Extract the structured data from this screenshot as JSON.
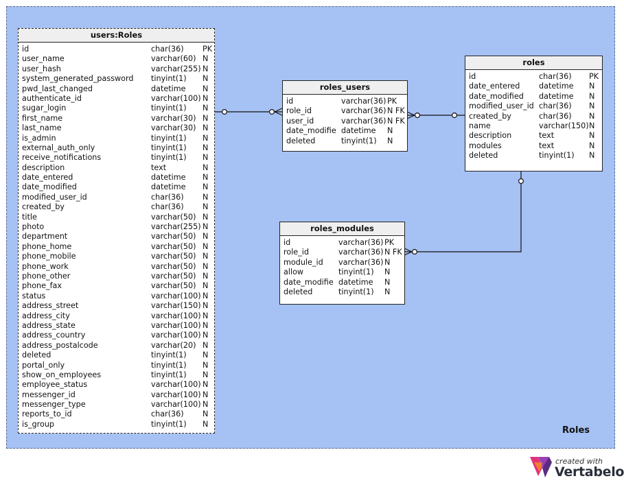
{
  "area": {
    "label": "Roles"
  },
  "branding": {
    "line1": "created with",
    "line2": "Vertabelo"
  },
  "tables": {
    "users": {
      "title": "users:Roles",
      "rows": [
        [
          "id",
          "char(36)",
          "PK"
        ],
        [
          "user_name",
          "varchar(60)",
          "N"
        ],
        [
          "user_hash",
          "varchar(255)",
          "N"
        ],
        [
          "system_generated_password",
          "tinyint(1)",
          "N"
        ],
        [
          "pwd_last_changed",
          "datetime",
          "N"
        ],
        [
          "authenticate_id",
          "varchar(100)",
          "N"
        ],
        [
          "sugar_login",
          "tinyint(1)",
          "N"
        ],
        [
          "first_name",
          "varchar(30)",
          "N"
        ],
        [
          "last_name",
          "varchar(30)",
          "N"
        ],
        [
          "is_admin",
          "tinyint(1)",
          "N"
        ],
        [
          "external_auth_only",
          "tinyint(1)",
          "N"
        ],
        [
          "receive_notifications",
          "tinyint(1)",
          "N"
        ],
        [
          "description",
          "text",
          "N"
        ],
        [
          "date_entered",
          "datetime",
          "N"
        ],
        [
          "date_modified",
          "datetime",
          "N"
        ],
        [
          "modified_user_id",
          "char(36)",
          "N"
        ],
        [
          "created_by",
          "char(36)",
          "N"
        ],
        [
          "title",
          "varchar(50)",
          "N"
        ],
        [
          "photo",
          "varchar(255)",
          "N"
        ],
        [
          "department",
          "varchar(50)",
          "N"
        ],
        [
          "phone_home",
          "varchar(50)",
          "N"
        ],
        [
          "phone_mobile",
          "varchar(50)",
          "N"
        ],
        [
          "phone_work",
          "varchar(50)",
          "N"
        ],
        [
          "phone_other",
          "varchar(50)",
          "N"
        ],
        [
          "phone_fax",
          "varchar(50)",
          "N"
        ],
        [
          "status",
          "varchar(100)",
          "N"
        ],
        [
          "address_street",
          "varchar(150)",
          "N"
        ],
        [
          "address_city",
          "varchar(100)",
          "N"
        ],
        [
          "address_state",
          "varchar(100)",
          "N"
        ],
        [
          "address_country",
          "varchar(100)",
          "N"
        ],
        [
          "address_postalcode",
          "varchar(20)",
          "N"
        ],
        [
          "deleted",
          "tinyint(1)",
          "N"
        ],
        [
          "portal_only",
          "tinyint(1)",
          "N"
        ],
        [
          "show_on_employees",
          "tinyint(1)",
          "N"
        ],
        [
          "employee_status",
          "varchar(100)",
          "N"
        ],
        [
          "messenger_id",
          "varchar(100)",
          "N"
        ],
        [
          "messenger_type",
          "varchar(100)",
          "N"
        ],
        [
          "reports_to_id",
          "char(36)",
          "N"
        ],
        [
          "is_group",
          "tinyint(1)",
          "N"
        ]
      ]
    },
    "roles_users": {
      "title": "roles_users",
      "rows": [
        [
          "id",
          "varchar(36)",
          "PK"
        ],
        [
          "role_id",
          "varchar(36)",
          "N FK"
        ],
        [
          "user_id",
          "varchar(36)",
          "N FK"
        ],
        [
          "date_modifie",
          "datetime",
          "N"
        ],
        [
          "deleted",
          "tinyint(1)",
          "N"
        ]
      ]
    },
    "roles": {
      "title": "roles",
      "rows": [
        [
          "id",
          "char(36)",
          "PK"
        ],
        [
          "date_entered",
          "datetime",
          "N"
        ],
        [
          "date_modified",
          "datetime",
          "N"
        ],
        [
          "modified_user_id",
          "char(36)",
          "N"
        ],
        [
          "created_by",
          "char(36)",
          "N"
        ],
        [
          "name",
          "varchar(150)",
          "N"
        ],
        [
          "description",
          "text",
          "N"
        ],
        [
          "modules",
          "text",
          "N"
        ],
        [
          "deleted",
          "tinyint(1)",
          "N"
        ]
      ]
    },
    "roles_modules": {
      "title": "roles_modules",
      "rows": [
        [
          "id",
          "varchar(36)",
          "PK"
        ],
        [
          "role_id",
          "varchar(36)",
          "N FK"
        ],
        [
          "module_id",
          "varchar(36)",
          "N"
        ],
        [
          "allow",
          "tinyint(1)",
          "N"
        ],
        [
          "date_modifie",
          "datetime",
          "N"
        ],
        [
          "deleted",
          "tinyint(1)",
          "N"
        ]
      ]
    }
  }
}
